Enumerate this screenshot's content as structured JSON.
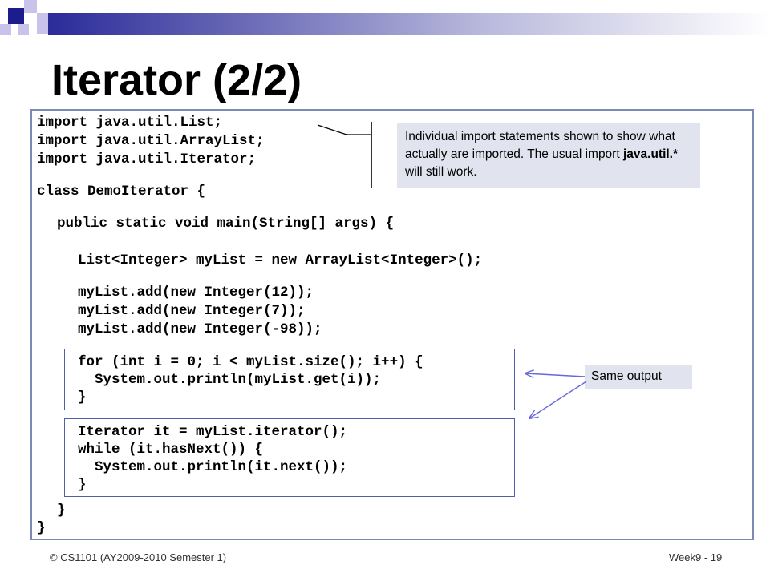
{
  "slide": {
    "title": "Iterator (2/2)"
  },
  "code": {
    "imports": [
      "import java.util.List;",
      "import java.util.ArrayList;",
      "import java.util.Iterator;"
    ],
    "class_decl": "class DemoIterator {",
    "main_decl": "public static void main(String[] args) {",
    "list_decl": "List<Integer> myList = new ArrayList<Integer>();",
    "adds": [
      "myList.add(new Integer(12));",
      "myList.add(new Integer(7));",
      "myList.add(new Integer(-98));"
    ],
    "for_loop": [
      "for (int i = 0; i < myList.size(); i++) {",
      "  System.out.println(myList.get(i));",
      "}"
    ],
    "iterator_loop": [
      "Iterator it = myList.iterator();",
      "while (it.hasNext()) {",
      "  System.out.println(it.next());",
      "}"
    ],
    "close_main": "}",
    "close_class": "}"
  },
  "notes": {
    "imports_note_part1": "Individual import statements shown to show what actually are imported. The usual import ",
    "imports_note_bold": "java.util.*",
    "imports_note_part2": " will still work.",
    "same_output": "Same output"
  },
  "footer": {
    "left": "© CS1101  (AY2009-2010  Semester 1)",
    "right": "Week9  - 19"
  }
}
